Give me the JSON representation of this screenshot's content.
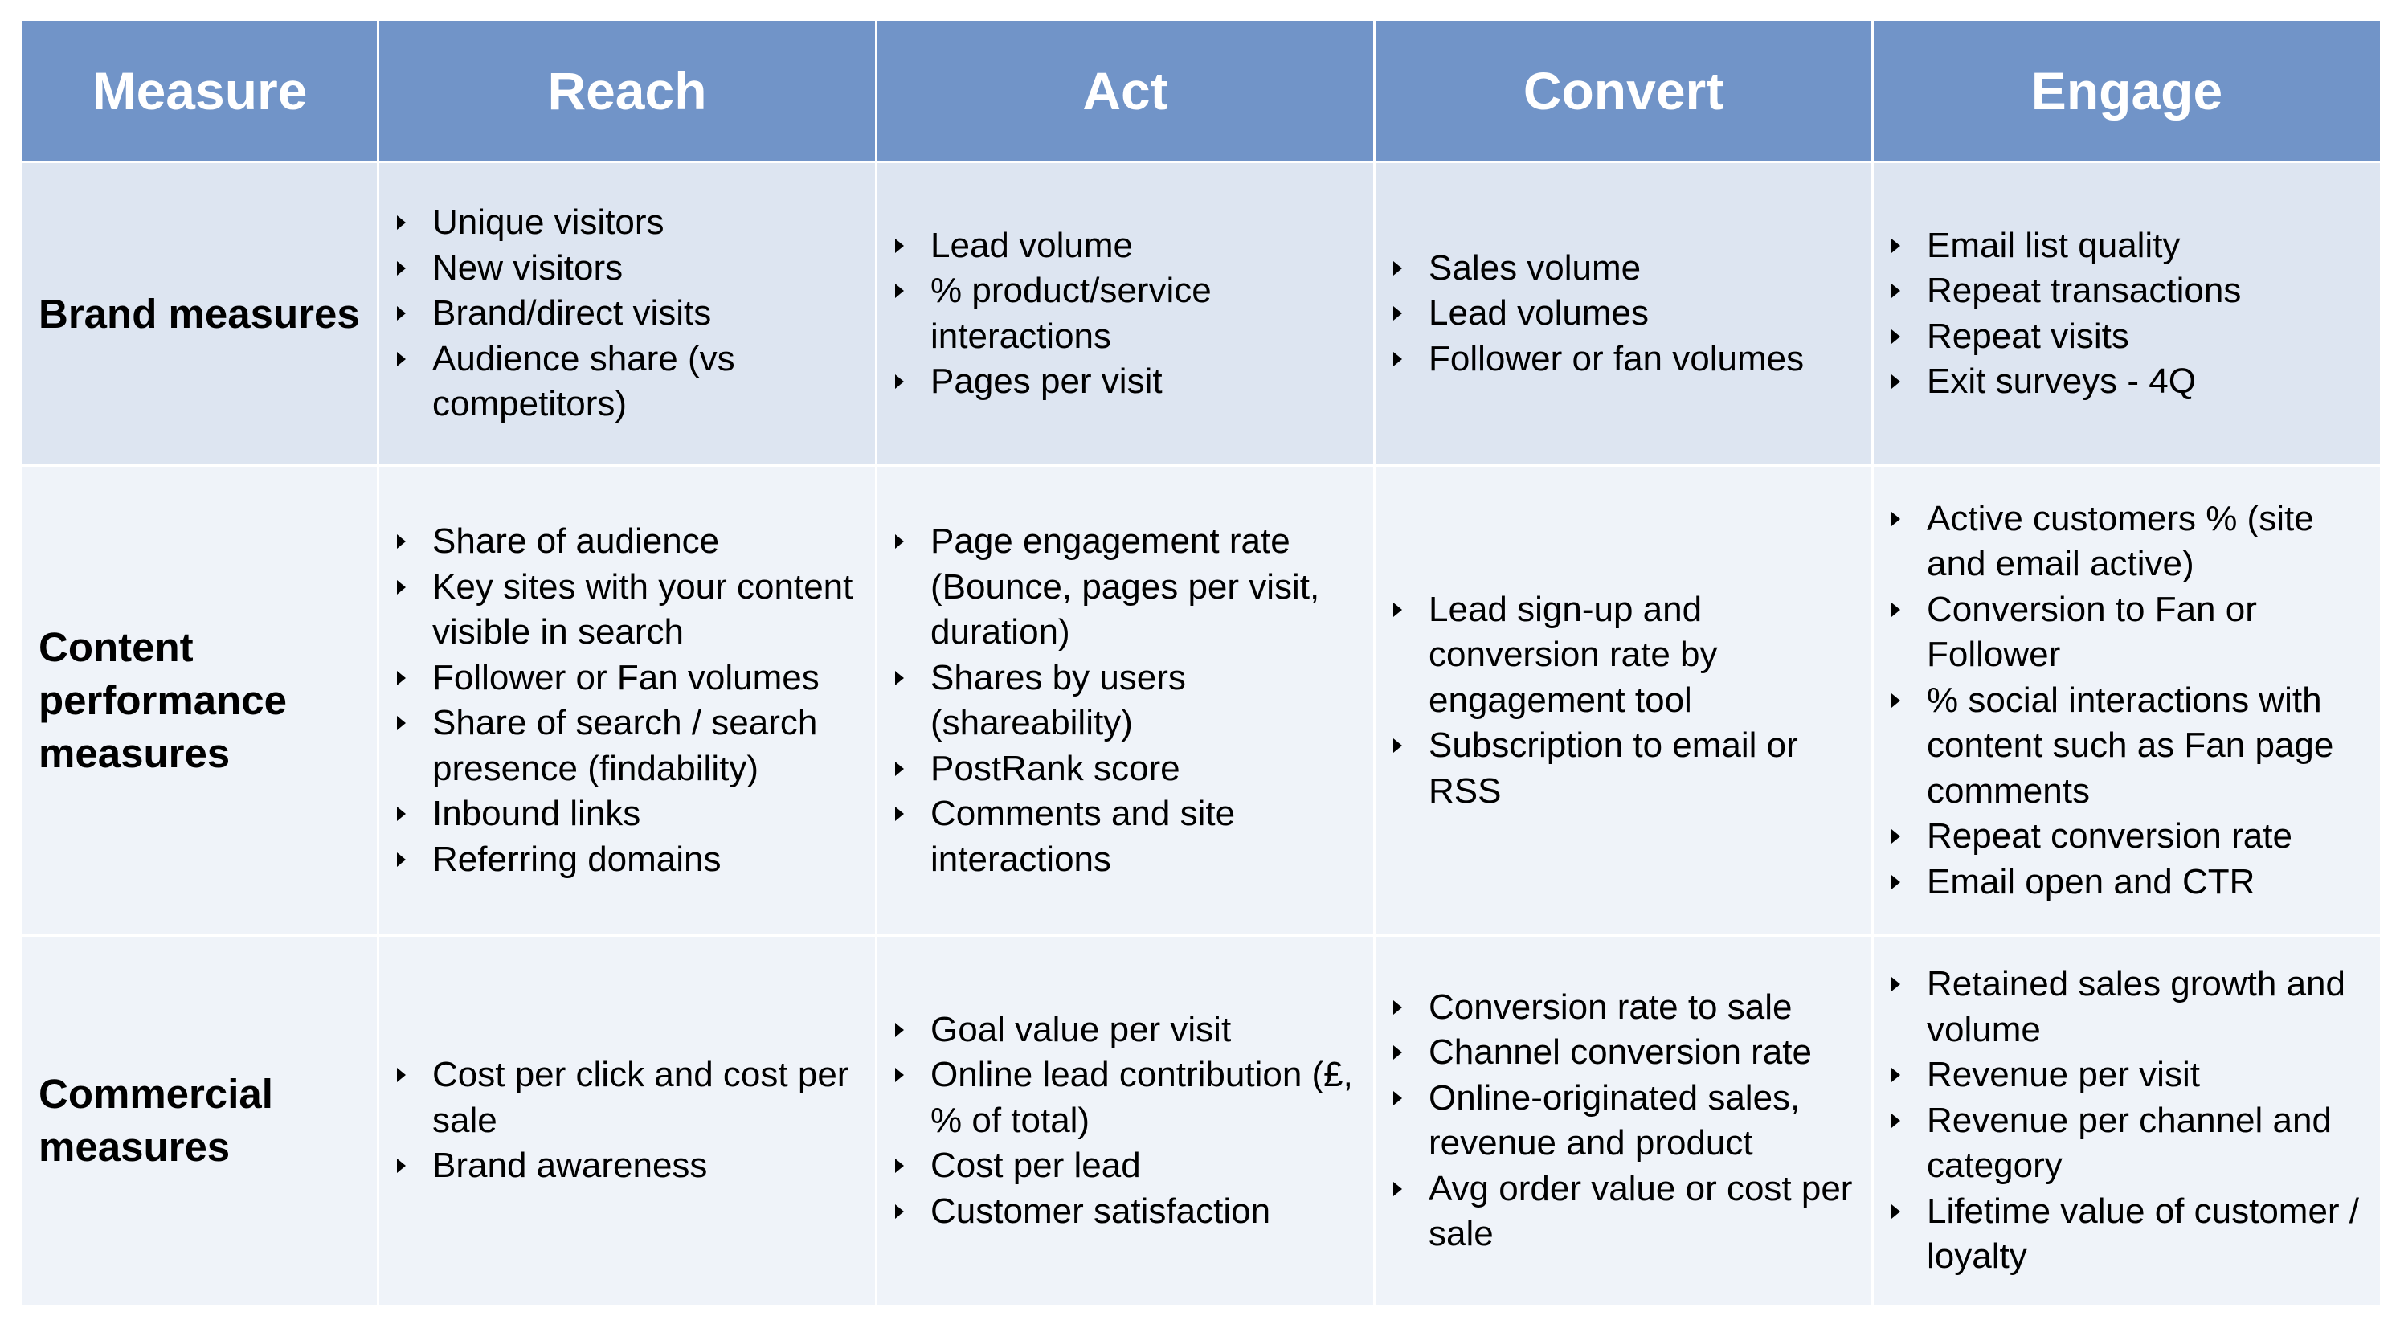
{
  "header": {
    "measure": "Measure",
    "reach": "Reach",
    "act": "Act",
    "convert": "Convert",
    "engage": "Engage"
  },
  "rows": [
    {
      "label": "Brand measures",
      "reach": [
        "Unique visitors",
        "New visitors",
        "Brand/direct visits",
        "Audience share (vs competitors)"
      ],
      "act": [
        "Lead volume",
        "% product/service interactions",
        "Pages per visit"
      ],
      "convert": [
        "Sales volume",
        "Lead volumes",
        "Follower or fan volumes"
      ],
      "engage": [
        "Email list quality",
        "Repeat transactions",
        "Repeat visits",
        "Exit surveys - 4Q"
      ]
    },
    {
      "label": "Content performance measures",
      "reach": [
        "Share of audience",
        "Key sites with your content visible in search",
        "Follower or Fan volumes",
        "Share of search / search presence (findability)",
        "Inbound links",
        "Referring domains"
      ],
      "act": [
        "Page engagement rate (Bounce, pages per visit, duration)",
        "Shares by users (shareability)",
        "PostRank score",
        "Comments and site interactions"
      ],
      "convert": [
        "Lead sign-up and conversion rate by engagement tool",
        "Subscription to email or RSS"
      ],
      "engage": [
        "Active customers % (site and email active)",
        "Conversion to Fan or Follower",
        "% social interactions with content such as Fan page comments",
        "Repeat conversion rate",
        "Email open and CTR"
      ]
    },
    {
      "label": "Commercial measures",
      "reach": [
        "Cost per click and cost per sale",
        "Brand awareness"
      ],
      "act": [
        "Goal value per visit",
        "Online lead contribution (£, % of total)",
        "Cost per lead",
        "Customer satisfaction"
      ],
      "convert": [
        "Conversion rate to sale",
        "Channel conversion rate",
        "Online-originated sales, revenue and product",
        "Avg order value or cost per sale"
      ],
      "engage": [
        "Retained sales growth and volume",
        "Revenue per visit",
        "Revenue per channel and category",
        "Lifetime value of customer / loyalty"
      ]
    }
  ]
}
